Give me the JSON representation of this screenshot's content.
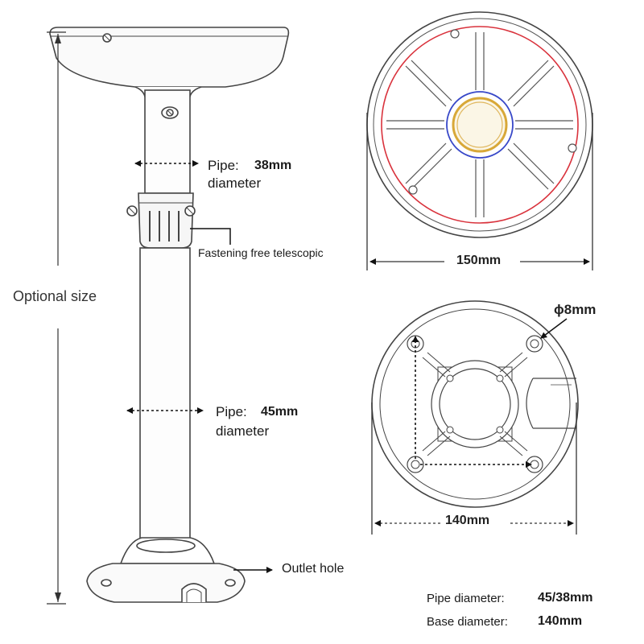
{
  "labels": {
    "optional_size": "Optional size",
    "pipe_label_1": "Pipe:",
    "pipe_value_1": "38mm",
    "pipe_diameter_1": "diameter",
    "telescopic": "Fastening free telescopic",
    "pipe_label_2": "Pipe:",
    "pipe_value_2": "45mm",
    "pipe_diameter_2": "diameter",
    "outlet_hole": "Outlet hole",
    "top_view_width": "150mm",
    "hole_diameter": "ϕ8mm",
    "base_view_width": "140mm"
  },
  "specs": {
    "pipe_diameter_label": "Pipe diameter:",
    "pipe_diameter_value": "45/38mm",
    "base_diameter_label": "Base diameter:",
    "base_diameter_value": "140mm"
  },
  "colors": {
    "outline": "#444444",
    "red_circle": "#d9323c",
    "blue_circle": "#3848c8",
    "yellow_circle": "#d8a838"
  }
}
